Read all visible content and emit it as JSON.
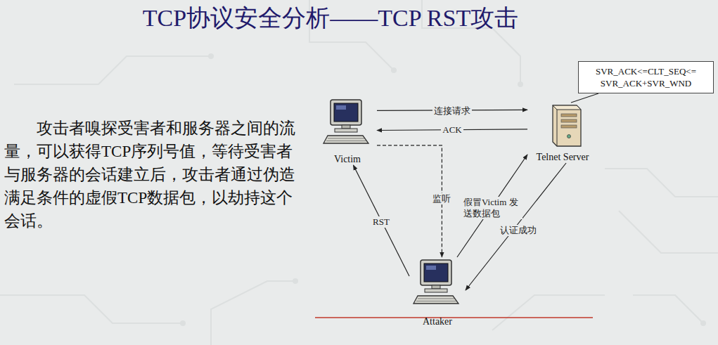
{
  "diagram": {
    "title": "TCP协议安全分析——TCP RST攻击",
    "nodes": [
      {
        "text": [
          "Victim"
        ]
      },
      {
        "text": [
          "SVR_ACK<=CLT_SEQ<= SVR_ACK+SVR_WND"
        ]
      },
      {
        "text": [
          "Telnet Server"
        ]
      },
      {
        "text": [
          "Attaker"
        ]
      }
    ],
    "edges": [
      {
        "from": 0,
        "to": 2,
        "arrow": "to",
        "label": "连接请求"
      },
      {
        "from": 2,
        "to": 0,
        "arrow": "to",
        "label": "ACK"
      },
      {
        "from": 0,
        "to": 3,
        "arrow": "to",
        "label": "监听"
      },
      {
        "from": 3,
        "to": 0,
        "arrow": "to",
        "label": "RST"
      },
      {
        "from": 3,
        "to": 2,
        "arrow": "to",
        "label": "假冒Victim 发送数据包"
      },
      {
        "from": 2,
        "to": 3,
        "arrow": "to",
        "label": "认证成功"
      },
      {
        "from": 1,
        "to": 2,
        "arrow": "none"
      }
    ],
    "labels": [
      "攻击者嗅探受害者和服务器之间的流量，可以获得TCP序列号值，等待受害者与服务器的会话建立后，攻击者通过伪造满足条件的虚假TCP数据包，以劫持这个会话。"
    ]
  }
}
